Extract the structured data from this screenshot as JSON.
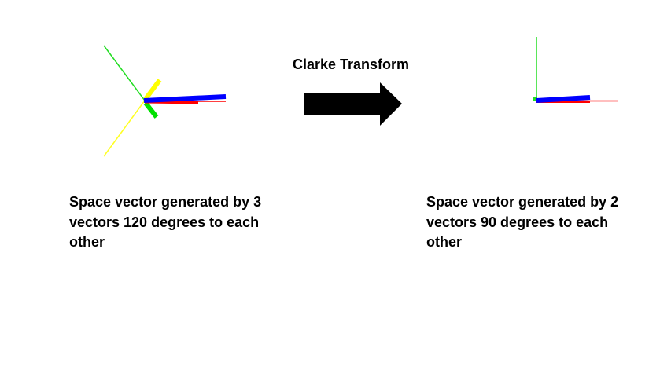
{
  "title": "Clarke Transform",
  "left_caption": "Space vector generated by 3 vectors 120 degrees to each other",
  "right_caption": "Space vector generated by 2 vectors 90 degrees to each other",
  "colors": {
    "phase_a": "#ff0000",
    "phase_b": "#ffff00",
    "phase_c": "#00dd00",
    "space_vector": "#0000ff",
    "arrow": "#000000"
  },
  "left_diagram": {
    "axes": [
      "a (red, 0°)",
      "b (yellow, 120°)",
      "c (green, 240°)"
    ],
    "resultant": "blue space vector"
  },
  "right_diagram": {
    "axes": [
      "alpha (red, 0°)",
      "beta (green, 90°)"
    ],
    "resultant": "blue space vector"
  }
}
